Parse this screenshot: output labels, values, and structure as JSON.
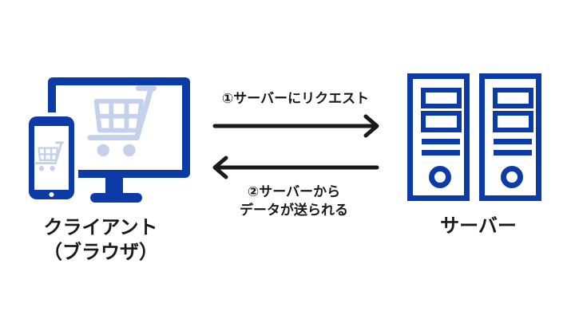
{
  "diagram": {
    "colors": {
      "background": "#ffffff",
      "device_blue": "#0c3ba8",
      "cart_blue": "#c3d1ec",
      "arrow_black": "#1a1a1a",
      "label_black": "#1a1a1a"
    },
    "client": {
      "label_line1": "クライアント",
      "label_line2": "（ブラウザ）",
      "icons": [
        "desktop-monitor-icon",
        "smartphone-icon",
        "shopping-cart-icon"
      ]
    },
    "server": {
      "label": "サーバー",
      "icons": [
        "server-tower-icon",
        "server-tower-icon"
      ]
    },
    "flows": [
      {
        "step": "①",
        "label": "①サーバーにリクエスト",
        "direction": "right"
      },
      {
        "step": "②",
        "label_line1": "②サーバーから",
        "label_line2": "データが送られる",
        "direction": "left"
      }
    ]
  }
}
